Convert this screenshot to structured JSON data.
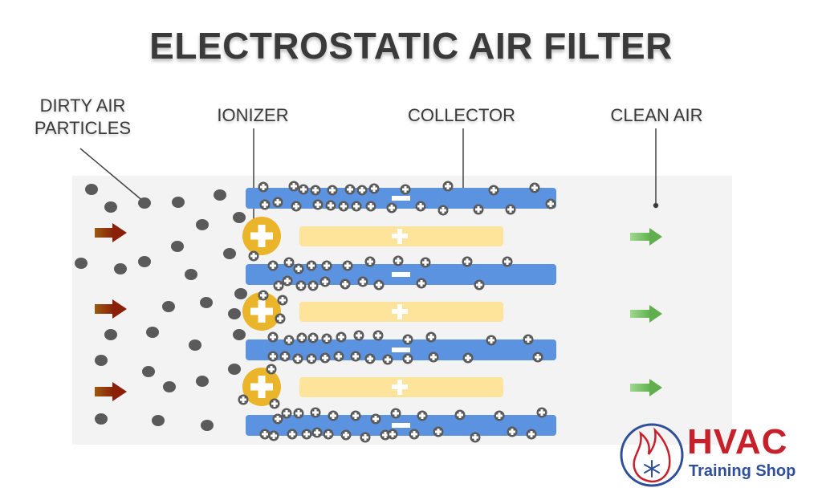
{
  "title": "ELECTROSTATIC AIR FILTER",
  "labels": {
    "dirty_air_line1": "DIRTY AIR",
    "dirty_air_line2": "PARTICLES",
    "ionizer": "IONIZER",
    "collector": "COLLECTOR",
    "clean_air": "CLEAN AIR"
  },
  "plates": {
    "collector_sign": "−",
    "ionizer_sign": "+",
    "collector_count": 4,
    "ionizer_count": 3
  },
  "colors": {
    "title": "#3a3a3a",
    "panel": "#f3f3f3",
    "collector": "#5b93e0",
    "ionizer_plate": "#fde49a",
    "ionizer_node": "#eab52a",
    "particle": "#5a5a5a",
    "dirty_arrow": "#8a3a10",
    "clean_arrow": "#6cbf5a",
    "logo_red": "#c8202a",
    "logo_blue": "#2f4f9a"
  },
  "logo": {
    "brand": "HVAC",
    "subtitle": "Training Shop"
  }
}
